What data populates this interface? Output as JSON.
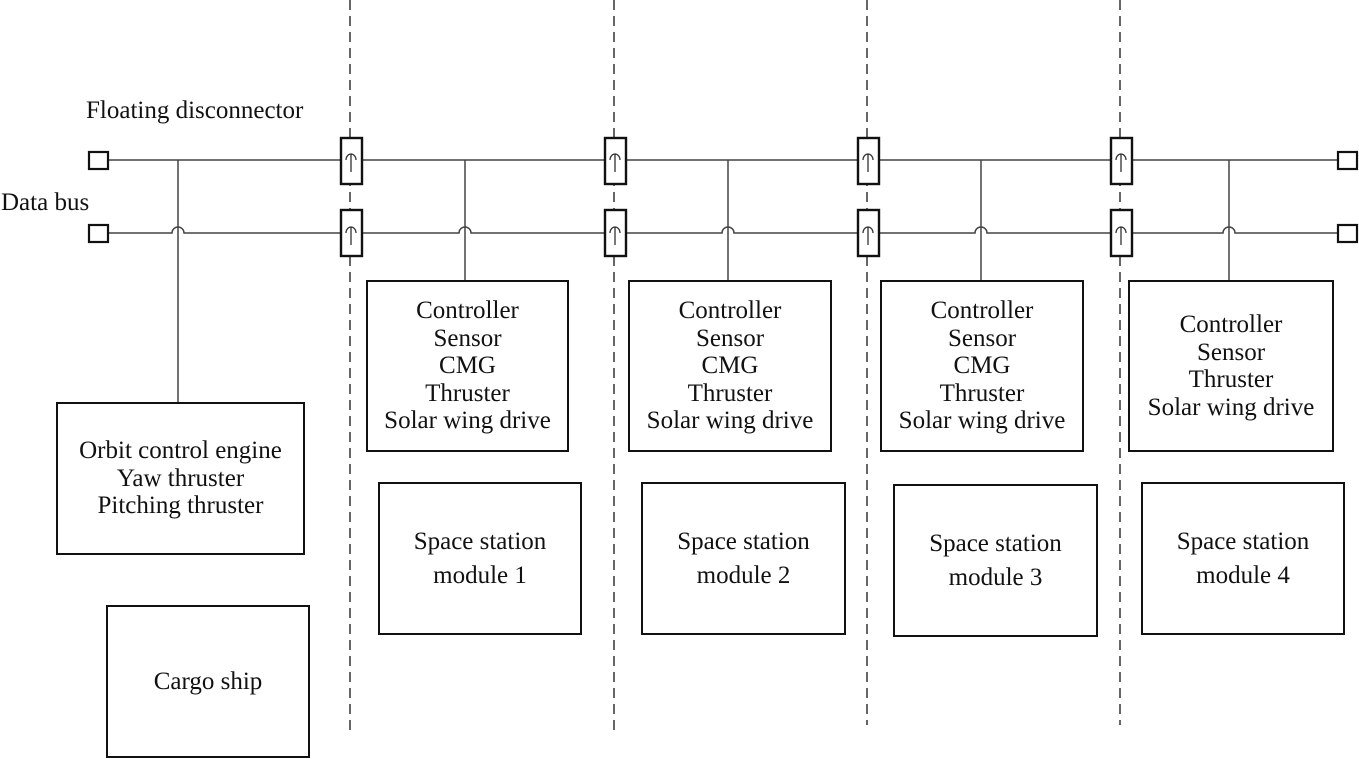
{
  "labels": {
    "floating_disconnector": "Floating disconnector",
    "data_bus": "Data bus"
  },
  "cargo": {
    "devices": [
      "Orbit control engine",
      "Yaw thruster",
      "Pitching thruster"
    ],
    "name": "Cargo ship"
  },
  "modules": [
    {
      "devices": [
        "Controller",
        "Sensor",
        "CMG",
        "Thruster",
        "Solar wing drive"
      ],
      "name_line1": "Space station",
      "name_line2": "module 1"
    },
    {
      "devices": [
        "Controller",
        "Sensor",
        "CMG",
        "Thruster",
        "Solar wing drive"
      ],
      "name_line1": "Space station",
      "name_line2": "module 2"
    },
    {
      "devices": [
        "Controller",
        "Sensor",
        "CMG",
        "Thruster",
        "Solar wing drive"
      ],
      "name_line1": "Space station",
      "name_line2": "module 3"
    },
    {
      "devices": [
        "Controller",
        "Sensor",
        "Thruster",
        "Solar wing drive"
      ],
      "name_line1": "Space station",
      "name_line2": "module 4"
    }
  ]
}
